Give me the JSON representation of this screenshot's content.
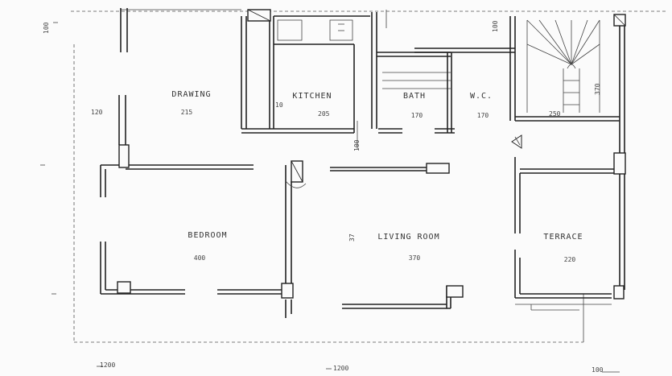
{
  "rooms": {
    "drawing_room": {
      "name": "DRAWING",
      "area": "215"
    },
    "kitchen": {
      "name": "KITCHEN",
      "area": ""
    },
    "bath": {
      "name": "BATH",
      "area": "170"
    },
    "wc": {
      "name": "W.C.",
      "area": "170"
    },
    "bedroom": {
      "name": "BEDROOM",
      "area": "400"
    },
    "living_room": {
      "name": "LIVING ROOM",
      "area": "370"
    },
    "terrace": {
      "name": "TERRACE",
      "area": "220"
    }
  },
  "dimensions": {
    "top_mark": "100",
    "left_width": "120",
    "kitchen_width": "205",
    "stair_width": "250",
    "stair_height": "370",
    "kitchen_side": "10",
    "stair_side": "100",
    "bottom_left": "1200",
    "bottom_center": "1200",
    "bottom_right": "100",
    "corridor": "100",
    "living_left": "37"
  }
}
